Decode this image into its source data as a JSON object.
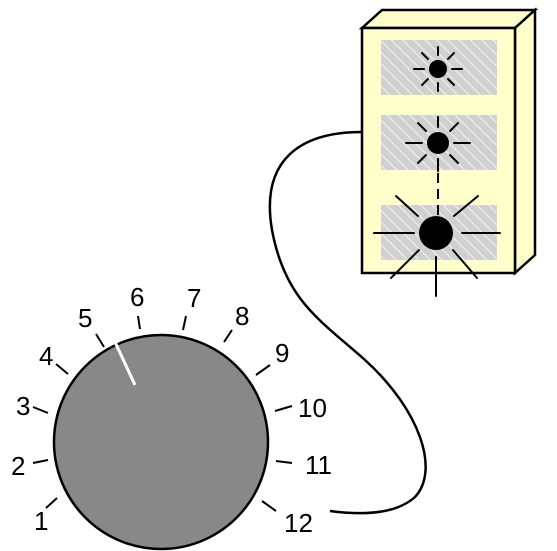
{
  "dial": {
    "numbers": [
      "1",
      "2",
      "3",
      "4",
      "5",
      "6",
      "7",
      "8",
      "9",
      "10",
      "11",
      "12"
    ],
    "pointer_setting": 5,
    "knob_color": "#888888",
    "pointer_color": "#ffffff"
  },
  "light_box": {
    "lamp_count": 3,
    "box_color": "#ffffcc",
    "panel_color": "#d0d0d0",
    "lamp_color": "#000000"
  },
  "wire_color": "#000000"
}
